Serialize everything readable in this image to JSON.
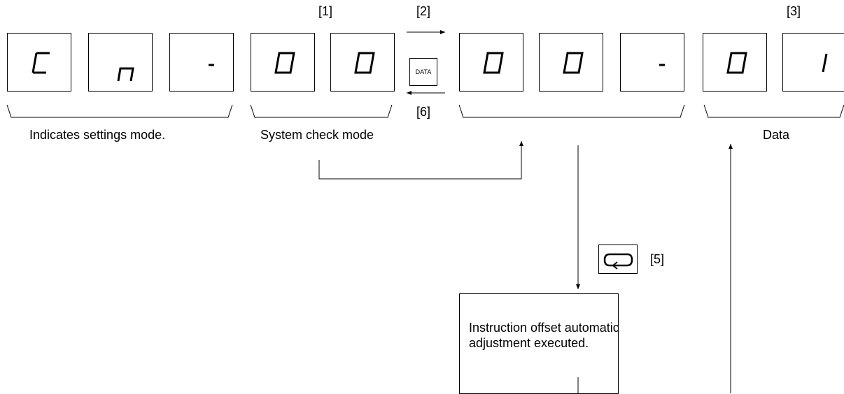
{
  "markers": {
    "m1": "[1]",
    "m2": "[2]",
    "m3": "[3]",
    "m5": "[5]",
    "m6": "[6]"
  },
  "display_left": [
    "C",
    "n",
    "-",
    "0",
    "0"
  ],
  "display_right": [
    "0",
    "0",
    "-",
    "0",
    "1"
  ],
  "data_button": {
    "label": "DATA"
  },
  "enter_button": {
    "icon": "enter-loop-icon"
  },
  "captions": {
    "settings": "Indicates settings mode.",
    "system_check": "System check mode",
    "data": "Data"
  },
  "process_box": {
    "line1": "Instruction offset automatic",
    "line2": "adjustment executed."
  }
}
